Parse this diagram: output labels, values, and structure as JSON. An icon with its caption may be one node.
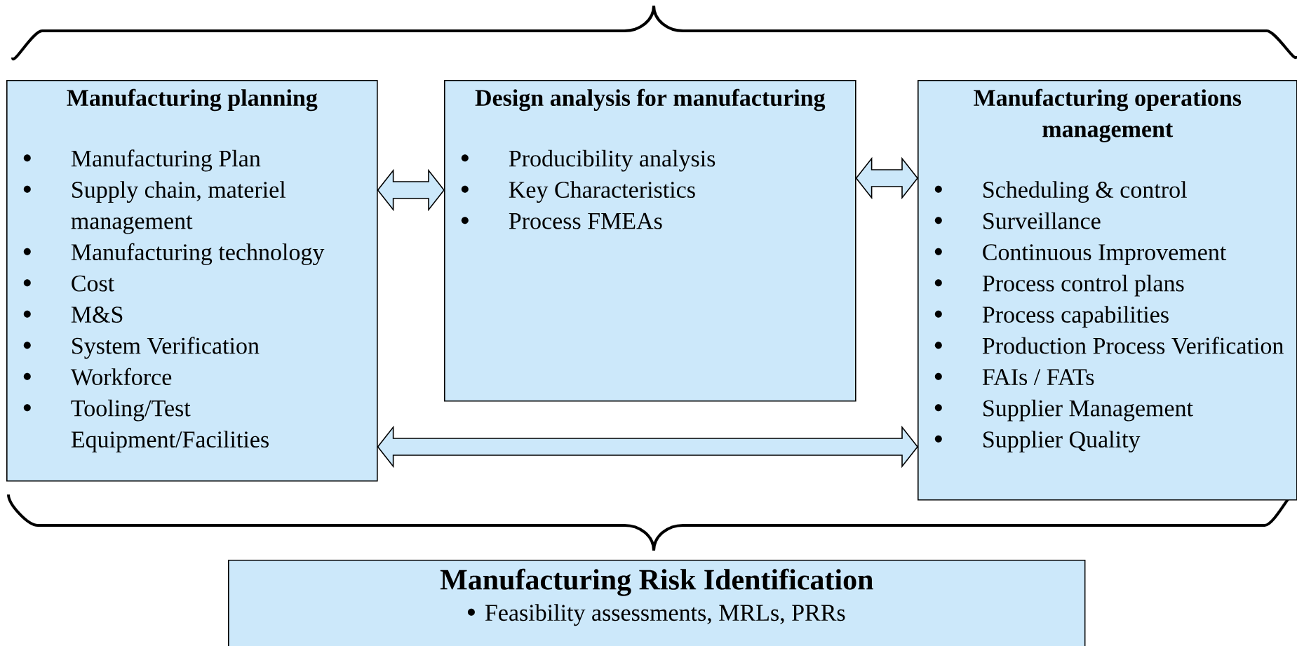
{
  "diagram": {
    "nodes": [
      {
        "text": [
          "Manufacturing planning",
          "Manufacturing Plan",
          "Supply chain, materiel management",
          "Manufacturing technology",
          "Cost",
          "M&S",
          "System Verification",
          "Workforce",
          "Tooling/Test Equipment/Facilities"
        ]
      },
      {
        "text": [
          "Design analysis for manufacturing",
          "Producibility analysis",
          "Key Characteristics",
          "Process FMEAs"
        ]
      },
      {
        "text": [
          "Manufacturing operations management",
          "Scheduling & control",
          "Surveillance",
          "Continuous Improvement",
          "Process control plans",
          "Process capabilities",
          "Production Process Verification",
          "FAIs / FATs",
          "Supplier Management",
          "Supplier Quality"
        ]
      },
      {
        "text": [
          "Manufacturing Risk Identification",
          "Feasibility assessments, MRLs, PRRs"
        ]
      }
    ],
    "edges": [
      {
        "from": 0,
        "to": 1,
        "arrow": "both"
      },
      {
        "from": 1,
        "to": 2,
        "arrow": "both"
      },
      {
        "from": 0,
        "to": 2,
        "arrow": "both"
      }
    ]
  }
}
